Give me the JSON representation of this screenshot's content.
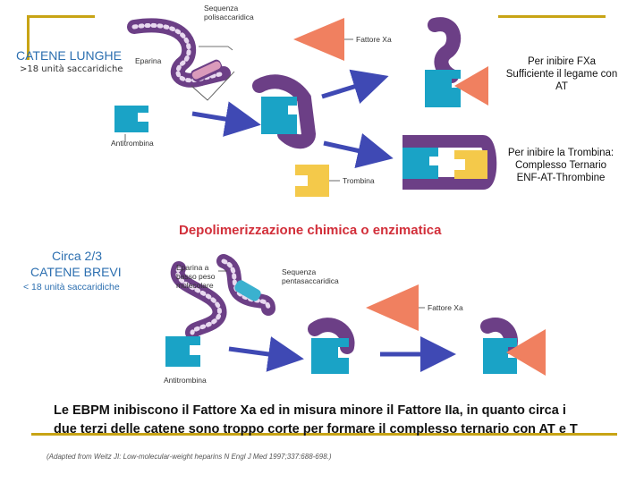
{
  "colors": {
    "gold_rule": "#c8a415",
    "heading_blue": "#2c6fb0",
    "red_title": "#d22f3a",
    "chain_purple": "#6c3f86",
    "bead_light": "#e8d9ef",
    "antithrombin_blue": "#1aa3c6",
    "factor_xa_orange": "#f08060",
    "thrombin_yellow": "#f4c94a",
    "arrow_blue": "#3f49b4",
    "pentasaccharide_cyan": "#3ab1cf"
  },
  "top_section": {
    "heading": "CATENE LUNGHE",
    "subheading": ">18 unità saccaridiche",
    "labels": {
      "eparina": "Eparina",
      "sequenza": "Sequenza",
      "polisaccaridica": "polisaccaridica",
      "fattore_xa": "Fattore Xa",
      "antitrombina": "Antitrombina",
      "trombina": "Trombina"
    },
    "note_fxa": [
      "Per inibire FXa",
      "Sufficiente il legame con",
      "AT"
    ],
    "note_thrombin": [
      "Per inibire la Trombina:",
      "Complesso Ternario",
      "ENF-AT-Thrombine"
    ]
  },
  "middle_title": "Depolimerizzazione chimica o enzimatica",
  "bottom_section": {
    "heading_line1": "Circa 2/3",
    "heading_line2": "CATENE BREVI",
    "subheading": "< 18 unità saccaridiche",
    "labels": {
      "eparina_bpm_1": "Eparina a",
      "eparina_bpm_2": "basso peso",
      "eparina_bpm_3": "molecolare",
      "sequenza": "Sequenza",
      "pentasaccaridica": "pentasaccaridica",
      "fattore_xa": "Fattore Xa",
      "antitrombina": "Antitrombina"
    }
  },
  "conclusion": {
    "line1": "Le EBPM inibiscono il Fattore Xa ed in misura minore il Fattore IIa, in quanto circa i",
    "line2": "due terzi delle catene  sono troppo corte per formare il complesso ternario con AT e T"
  },
  "citation": "(Adapted from Weitz JI: Low-molecular-weight heparins N Engl J Med 1997;337:688-698.)"
}
